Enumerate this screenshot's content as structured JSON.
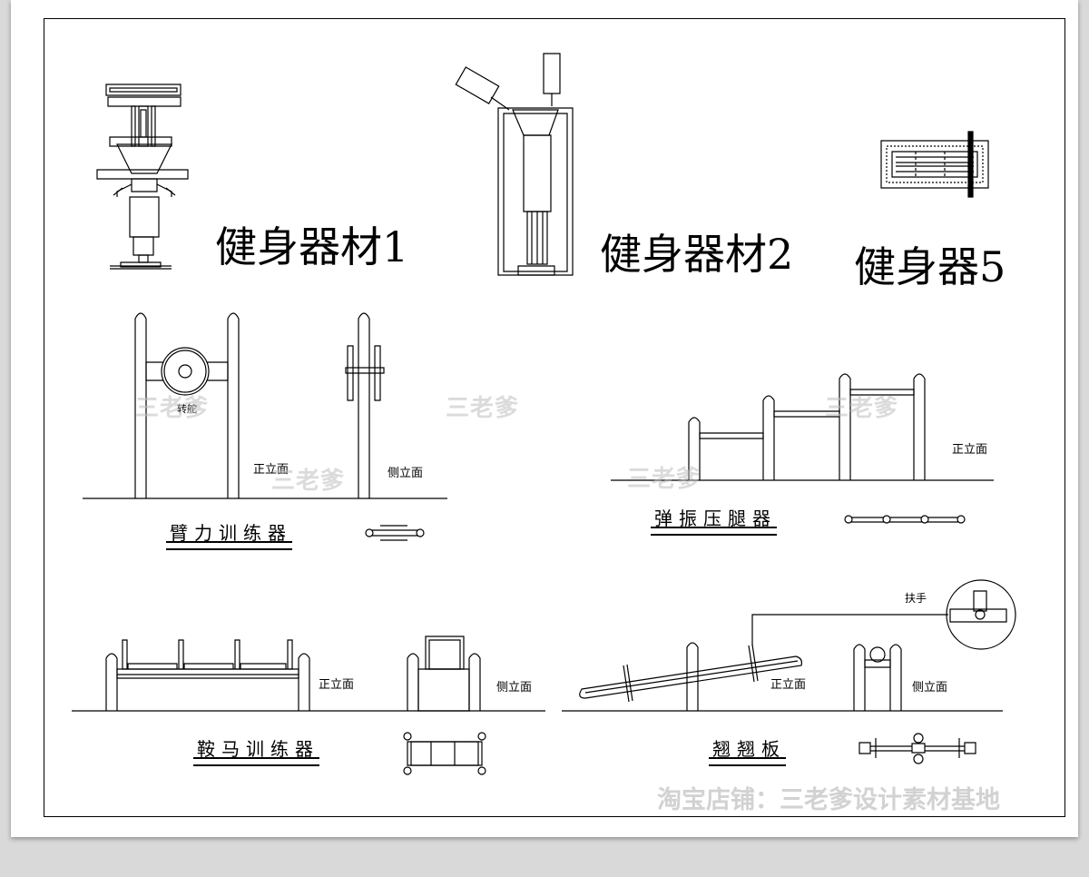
{
  "titles": {
    "equipment1": "健身器材1",
    "equipment2": "健身器材2",
    "equipment5": "健身器5"
  },
  "captions": {
    "arm_trainer": "臂力训练器",
    "leg_press": "弹振压腿器",
    "saddle_trainer": "鞍马训练器",
    "seesaw": "翘翘板"
  },
  "labels": {
    "wheel": "转舵",
    "front_elevation": "正立面",
    "side_elevation": "侧立面",
    "handrail": "扶手"
  },
  "watermarks": {
    "brand": "三老爹",
    "shop": "淘宝店铺：三老爹设计素材基地"
  }
}
